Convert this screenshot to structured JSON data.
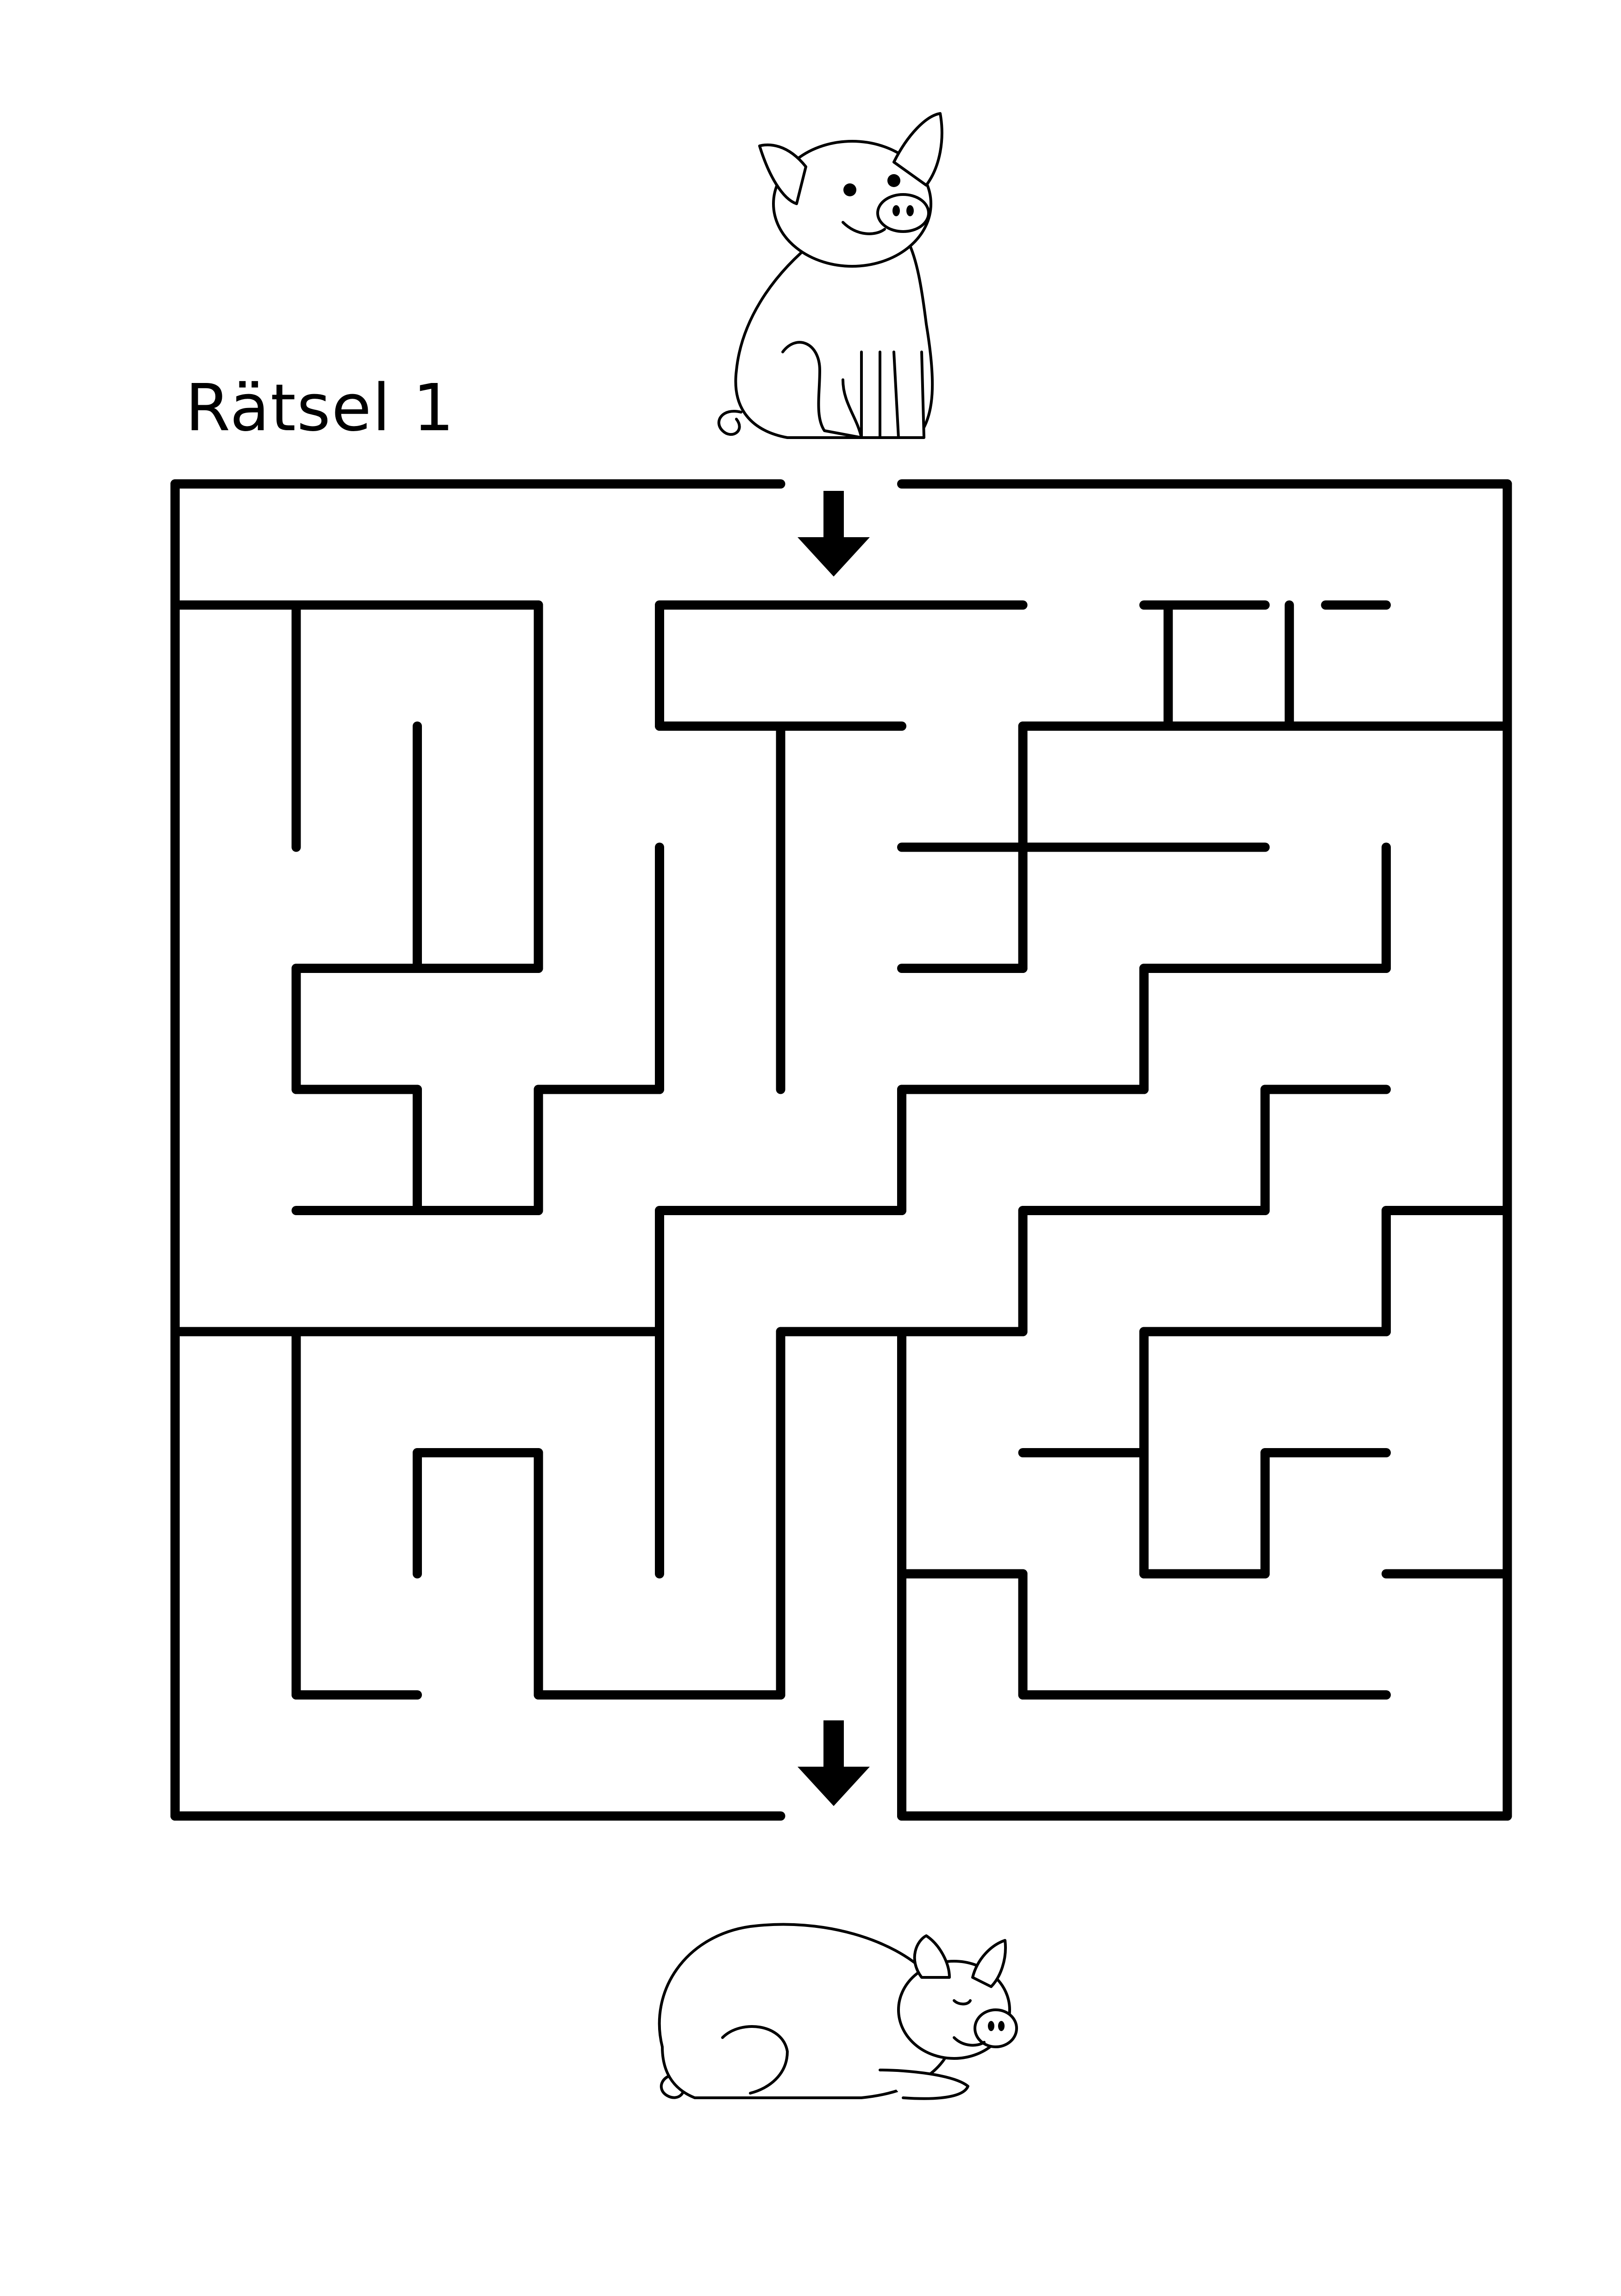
{
  "puzzle": {
    "title": "Rätsel 1",
    "ink_color": "#000000",
    "background_color": "#ffffff"
  },
  "illustrations": {
    "top": "pig-sitting",
    "bottom": "pig-lying"
  },
  "arrows": {
    "entrance": "arrow-down-icon",
    "exit": "arrow-down-icon"
  }
}
